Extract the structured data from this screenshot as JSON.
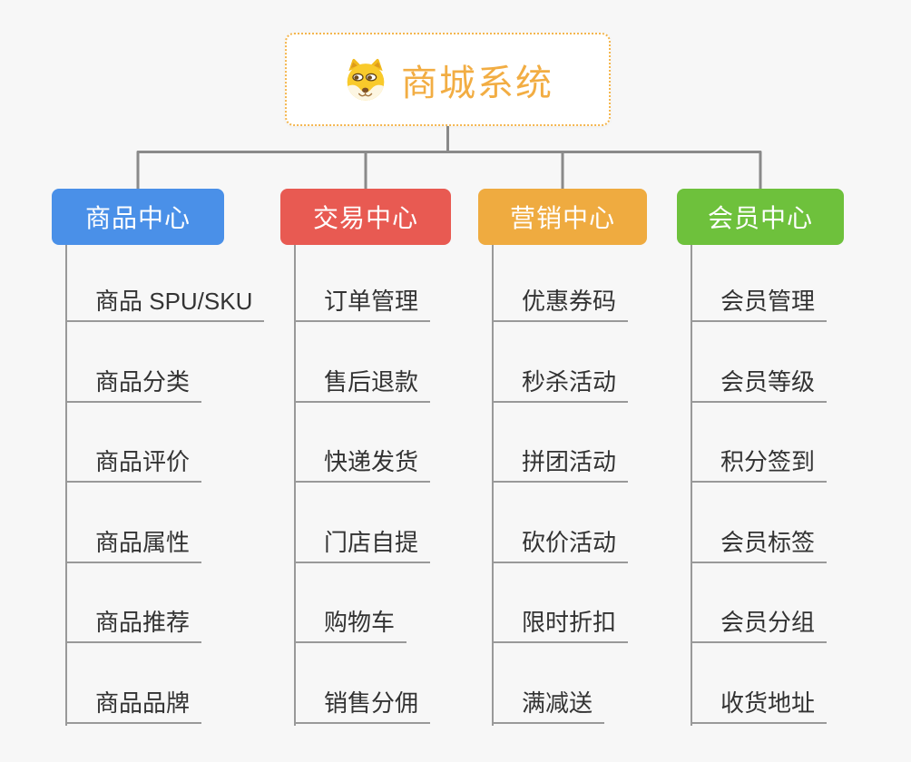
{
  "root": {
    "title": "商城系统",
    "icon": "doge-face-icon"
  },
  "branches": [
    {
      "label": "商品中心",
      "color": "#4a90e8",
      "children": [
        "商品 SPU/SKU",
        "商品分类",
        "商品评价",
        "商品属性",
        "商品推荐",
        "商品品牌"
      ]
    },
    {
      "label": "交易中心",
      "color": "#e85a52",
      "children": [
        "订单管理",
        "售后退款",
        "快递发货",
        "门店自提",
        "购物车",
        "销售分佣"
      ]
    },
    {
      "label": "营销中心",
      "color": "#efab40",
      "children": [
        "优惠券码",
        "秒杀活动",
        "拼团活动",
        "砍价活动",
        "限时折扣",
        "满减送"
      ]
    },
    {
      "label": "会员中心",
      "color": "#6ec13c",
      "children": [
        "会员管理",
        "会员等级",
        "积分签到",
        "会员标签",
        "会员分组",
        "收货地址"
      ]
    }
  ],
  "colors": {
    "background": "#f7f7f7",
    "connector": "#8a8a8a",
    "leaf_line": "#999999",
    "leaf_text": "#333333",
    "branch_text": "#ffffff",
    "root_title": "#f2ad43",
    "root_border": "#f4b64e",
    "root_background": "#ffffff"
  }
}
